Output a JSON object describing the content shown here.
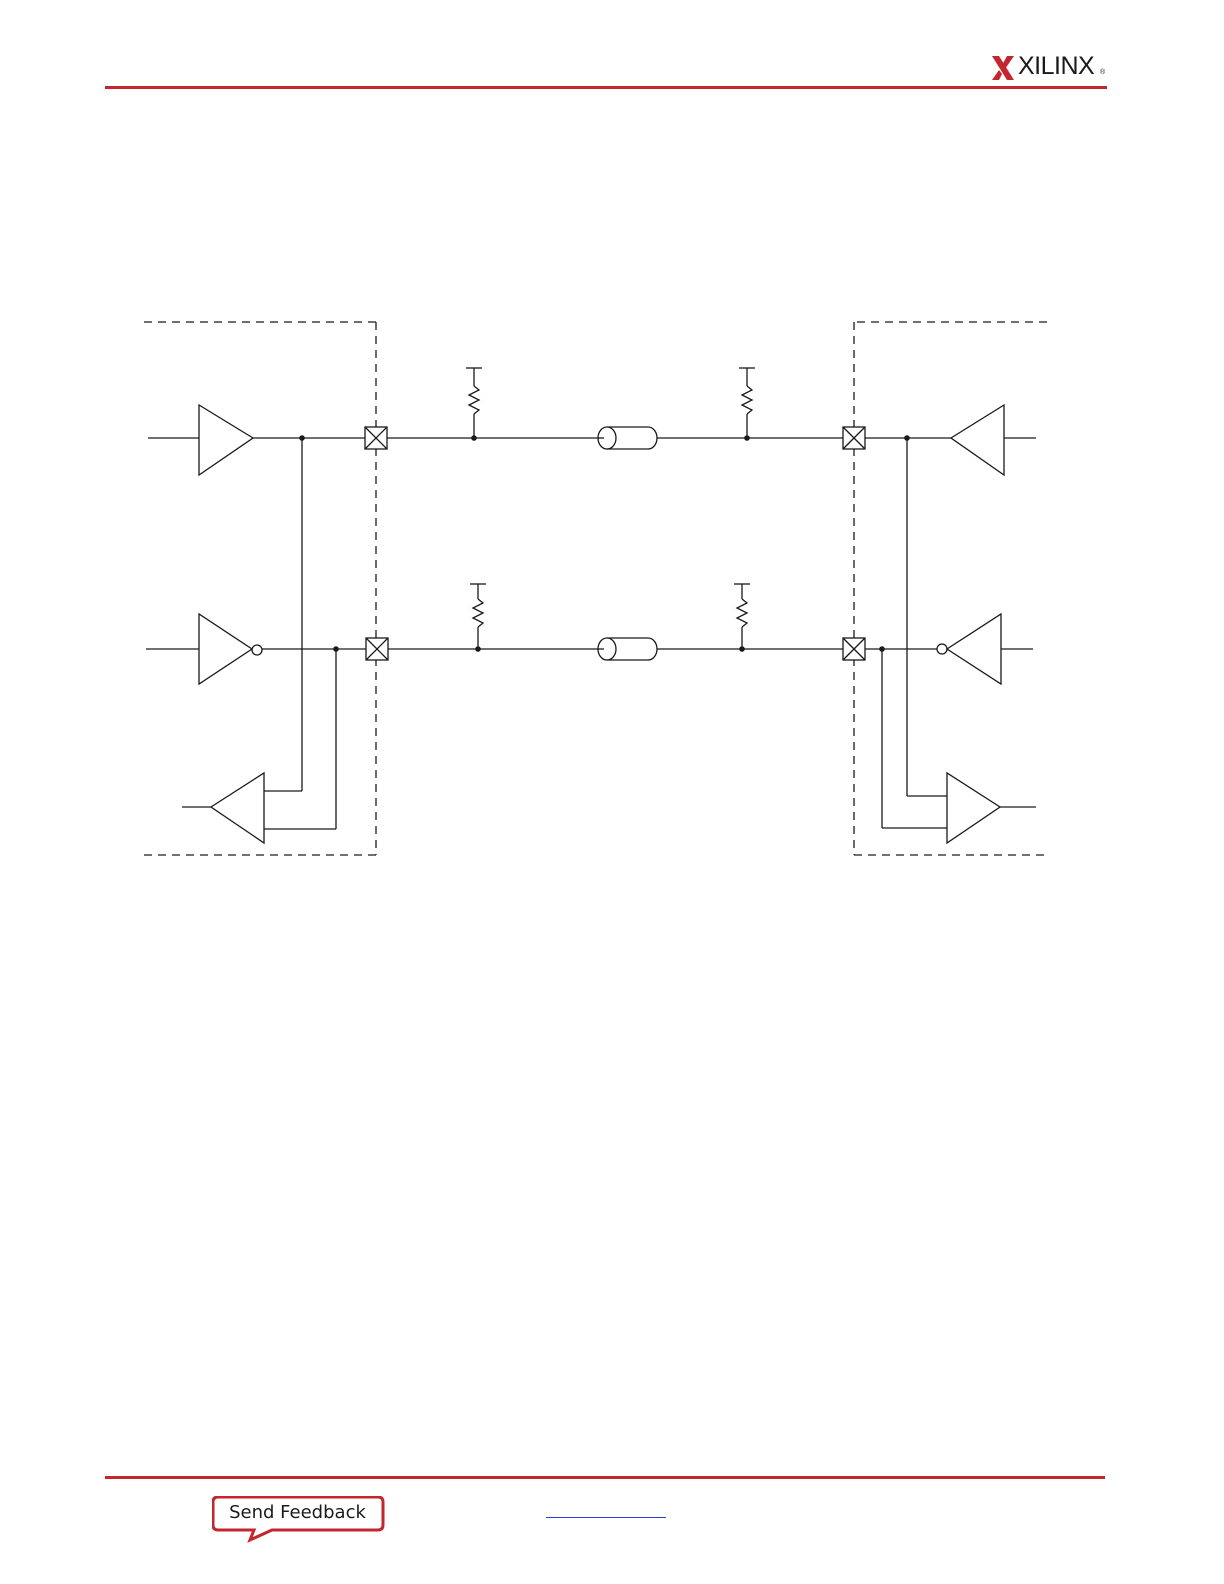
{
  "header": {
    "logo_text": "XILINX",
    "logo_registered": "®",
    "logo_icon": "xilinx-x-icon",
    "rule_color": "#c4262e"
  },
  "diagram": {
    "components": {
      "drivers": 2,
      "receivers": 2,
      "pads": 4,
      "termination_resistors": 4,
      "transmission_lines": 2
    },
    "line_color": "#1a1a1a"
  },
  "footer": {
    "feedback_label": "Send Feedback",
    "feedback_color": "#c4262e",
    "link_color": "#2a3fd6",
    "link_text": ""
  }
}
